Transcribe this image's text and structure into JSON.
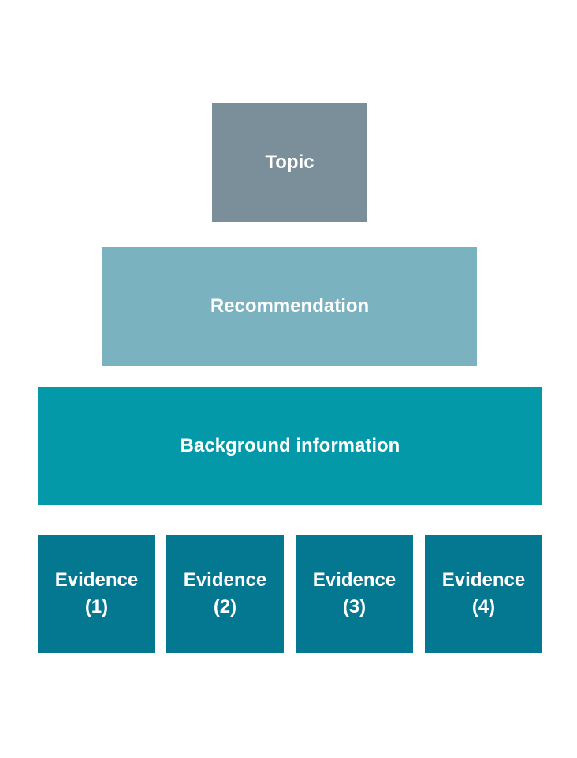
{
  "diagram": {
    "topic": {
      "label": "Topic",
      "color": "#7a8f99"
    },
    "recommendation": {
      "label": "Recommendation",
      "color": "#7ab2bf"
    },
    "background": {
      "label": "Background information",
      "color": "#0399a8"
    },
    "evidence": [
      {
        "label": "Evidence\n(1)",
        "color": "#047791"
      },
      {
        "label": "Evidence\n(2)",
        "color": "#047791"
      },
      {
        "label": "Evidence\n(3)",
        "color": "#047791"
      },
      {
        "label": "Evidence\n(4)",
        "color": "#047791"
      }
    ]
  }
}
